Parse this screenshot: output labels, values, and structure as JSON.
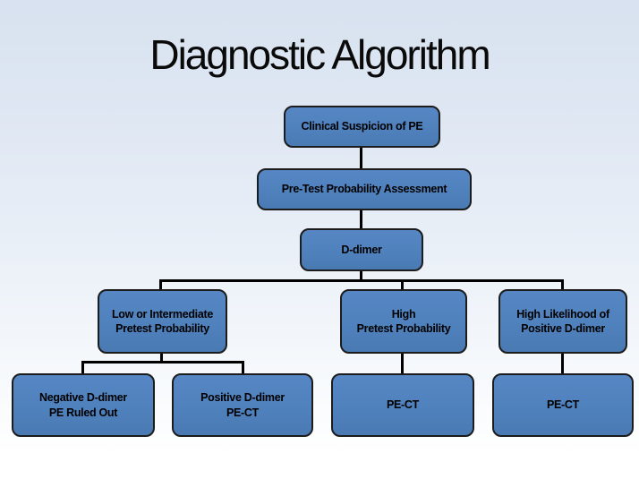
{
  "title": "Diagnostic Algorithm",
  "colors": {
    "background_top": "#d8e2f0",
    "background_bottom": "#ffffff",
    "node_fill": "#4f81bd",
    "node_border": "#1c1c1c",
    "node_text": "#000000",
    "connector": "#000000",
    "title_text": "#0a0a0a"
  },
  "nodes": {
    "clinical": {
      "label": "Clinical Suspicion of PE"
    },
    "pretest": {
      "label": "Pre-Test Probability Assessment"
    },
    "ddimer": {
      "label": "D-dimer"
    },
    "low_intermediate": {
      "line1": "Low or Intermediate",
      "line2": "Pretest Probability"
    },
    "high_pretest": {
      "line1": "High",
      "line2": "Pretest Probability"
    },
    "high_likelihood": {
      "line1": "High Likelihood of",
      "line2": "Positive D-dimer"
    },
    "negative_ddimer": {
      "line1": "Negative D-dimer",
      "line2": "PE Ruled Out"
    },
    "positive_ddimer": {
      "line1": "Positive D-dimer",
      "line2": "PE-CT"
    },
    "pect_after_high_pretest": {
      "label": "PE-CT"
    },
    "pect_after_high_likelihood": {
      "label": "PE-CT"
    }
  },
  "edges": [
    [
      "clinical",
      "pretest"
    ],
    [
      "pretest",
      "ddimer"
    ],
    [
      "ddimer",
      "low_intermediate"
    ],
    [
      "ddimer",
      "high_pretest"
    ],
    [
      "ddimer",
      "high_likelihood"
    ],
    [
      "low_intermediate",
      "negative_ddimer"
    ],
    [
      "low_intermediate",
      "positive_ddimer"
    ],
    [
      "high_pretest",
      "pect_after_high_pretest"
    ],
    [
      "high_likelihood",
      "pect_after_high_likelihood"
    ]
  ]
}
